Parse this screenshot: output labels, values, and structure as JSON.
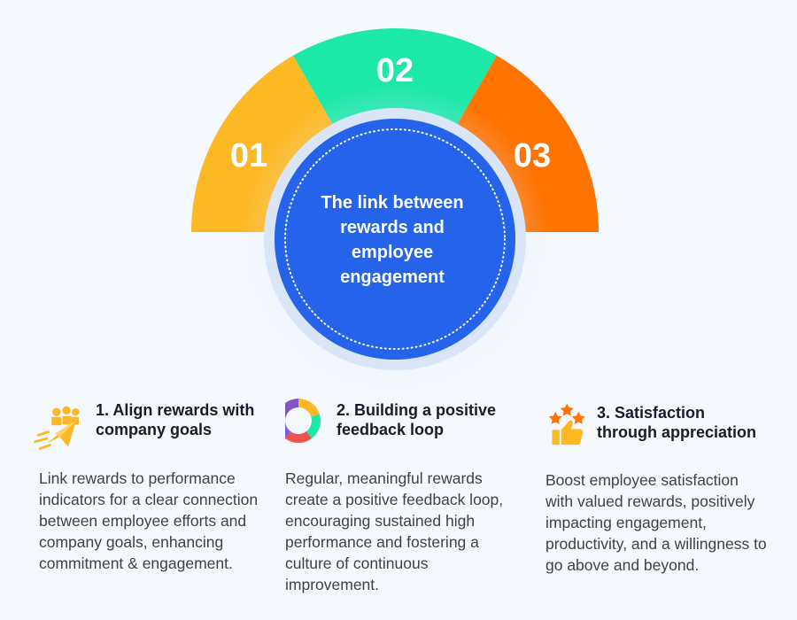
{
  "center": {
    "lines": [
      "The link between",
      "rewards and",
      "employee",
      "engagement"
    ]
  },
  "segments": [
    {
      "number": "01",
      "color": "#fdb924"
    },
    {
      "number": "02",
      "color": "#1ce8a8"
    },
    {
      "number": "03",
      "color": "#ff7300"
    }
  ],
  "center_color": "#2563eb",
  "columns": [
    {
      "icon": "rocket-people-icon",
      "title": "1. Align rewards with company goals",
      "body": "Link rewards to performance indicators for a clear connection between employee efforts and company goals, enhancing commitment & engagement."
    },
    {
      "icon": "feedback-loop-icon",
      "title": "2. Building a positive feedback loop",
      "body": "Regular, meaningful rewards create a positive feedback loop, encouraging sustained high performance and fostering a culture of continuous improvement."
    },
    {
      "icon": "thumbs-up-stars-icon",
      "title": "3. Satisfaction through appreciation",
      "body": "Boost employee satisfaction with valued rewards, positively impacting engagement, productivity, and a willingness to go above and beyond."
    }
  ]
}
